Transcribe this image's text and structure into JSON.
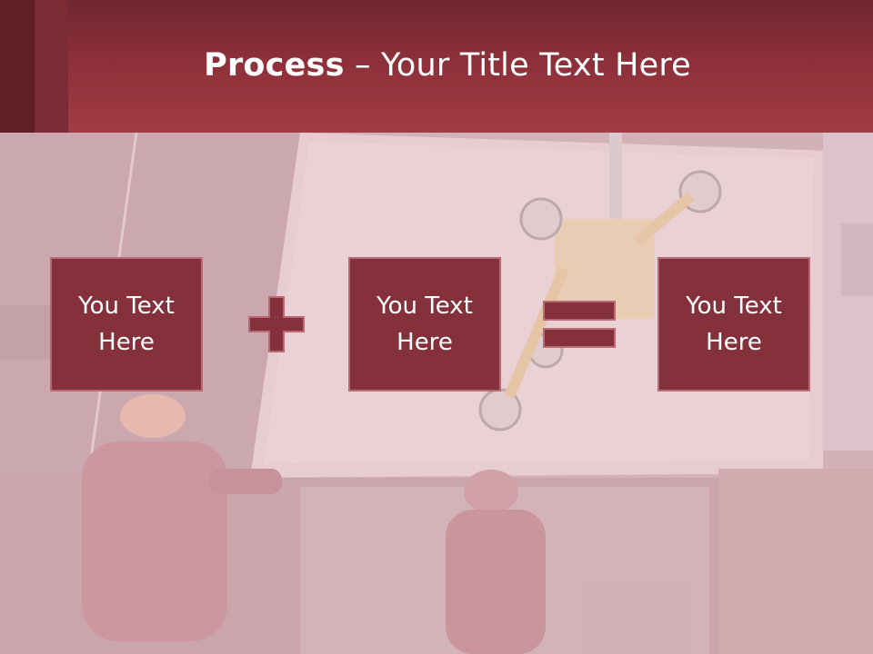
{
  "slide": {
    "title_bold": "Process",
    "title_rest": " – Your Title Text Here",
    "boxes": [
      {
        "text": "You Text\nHere"
      },
      {
        "text": "You Text\nHere"
      },
      {
        "text": "You Text\nHere"
      }
    ],
    "operators": [
      "plus-icon",
      "equals-icon"
    ],
    "colors": {
      "accent": "#84313b",
      "header": "#8d3039",
      "overlay": "#e9d4d8"
    }
  }
}
